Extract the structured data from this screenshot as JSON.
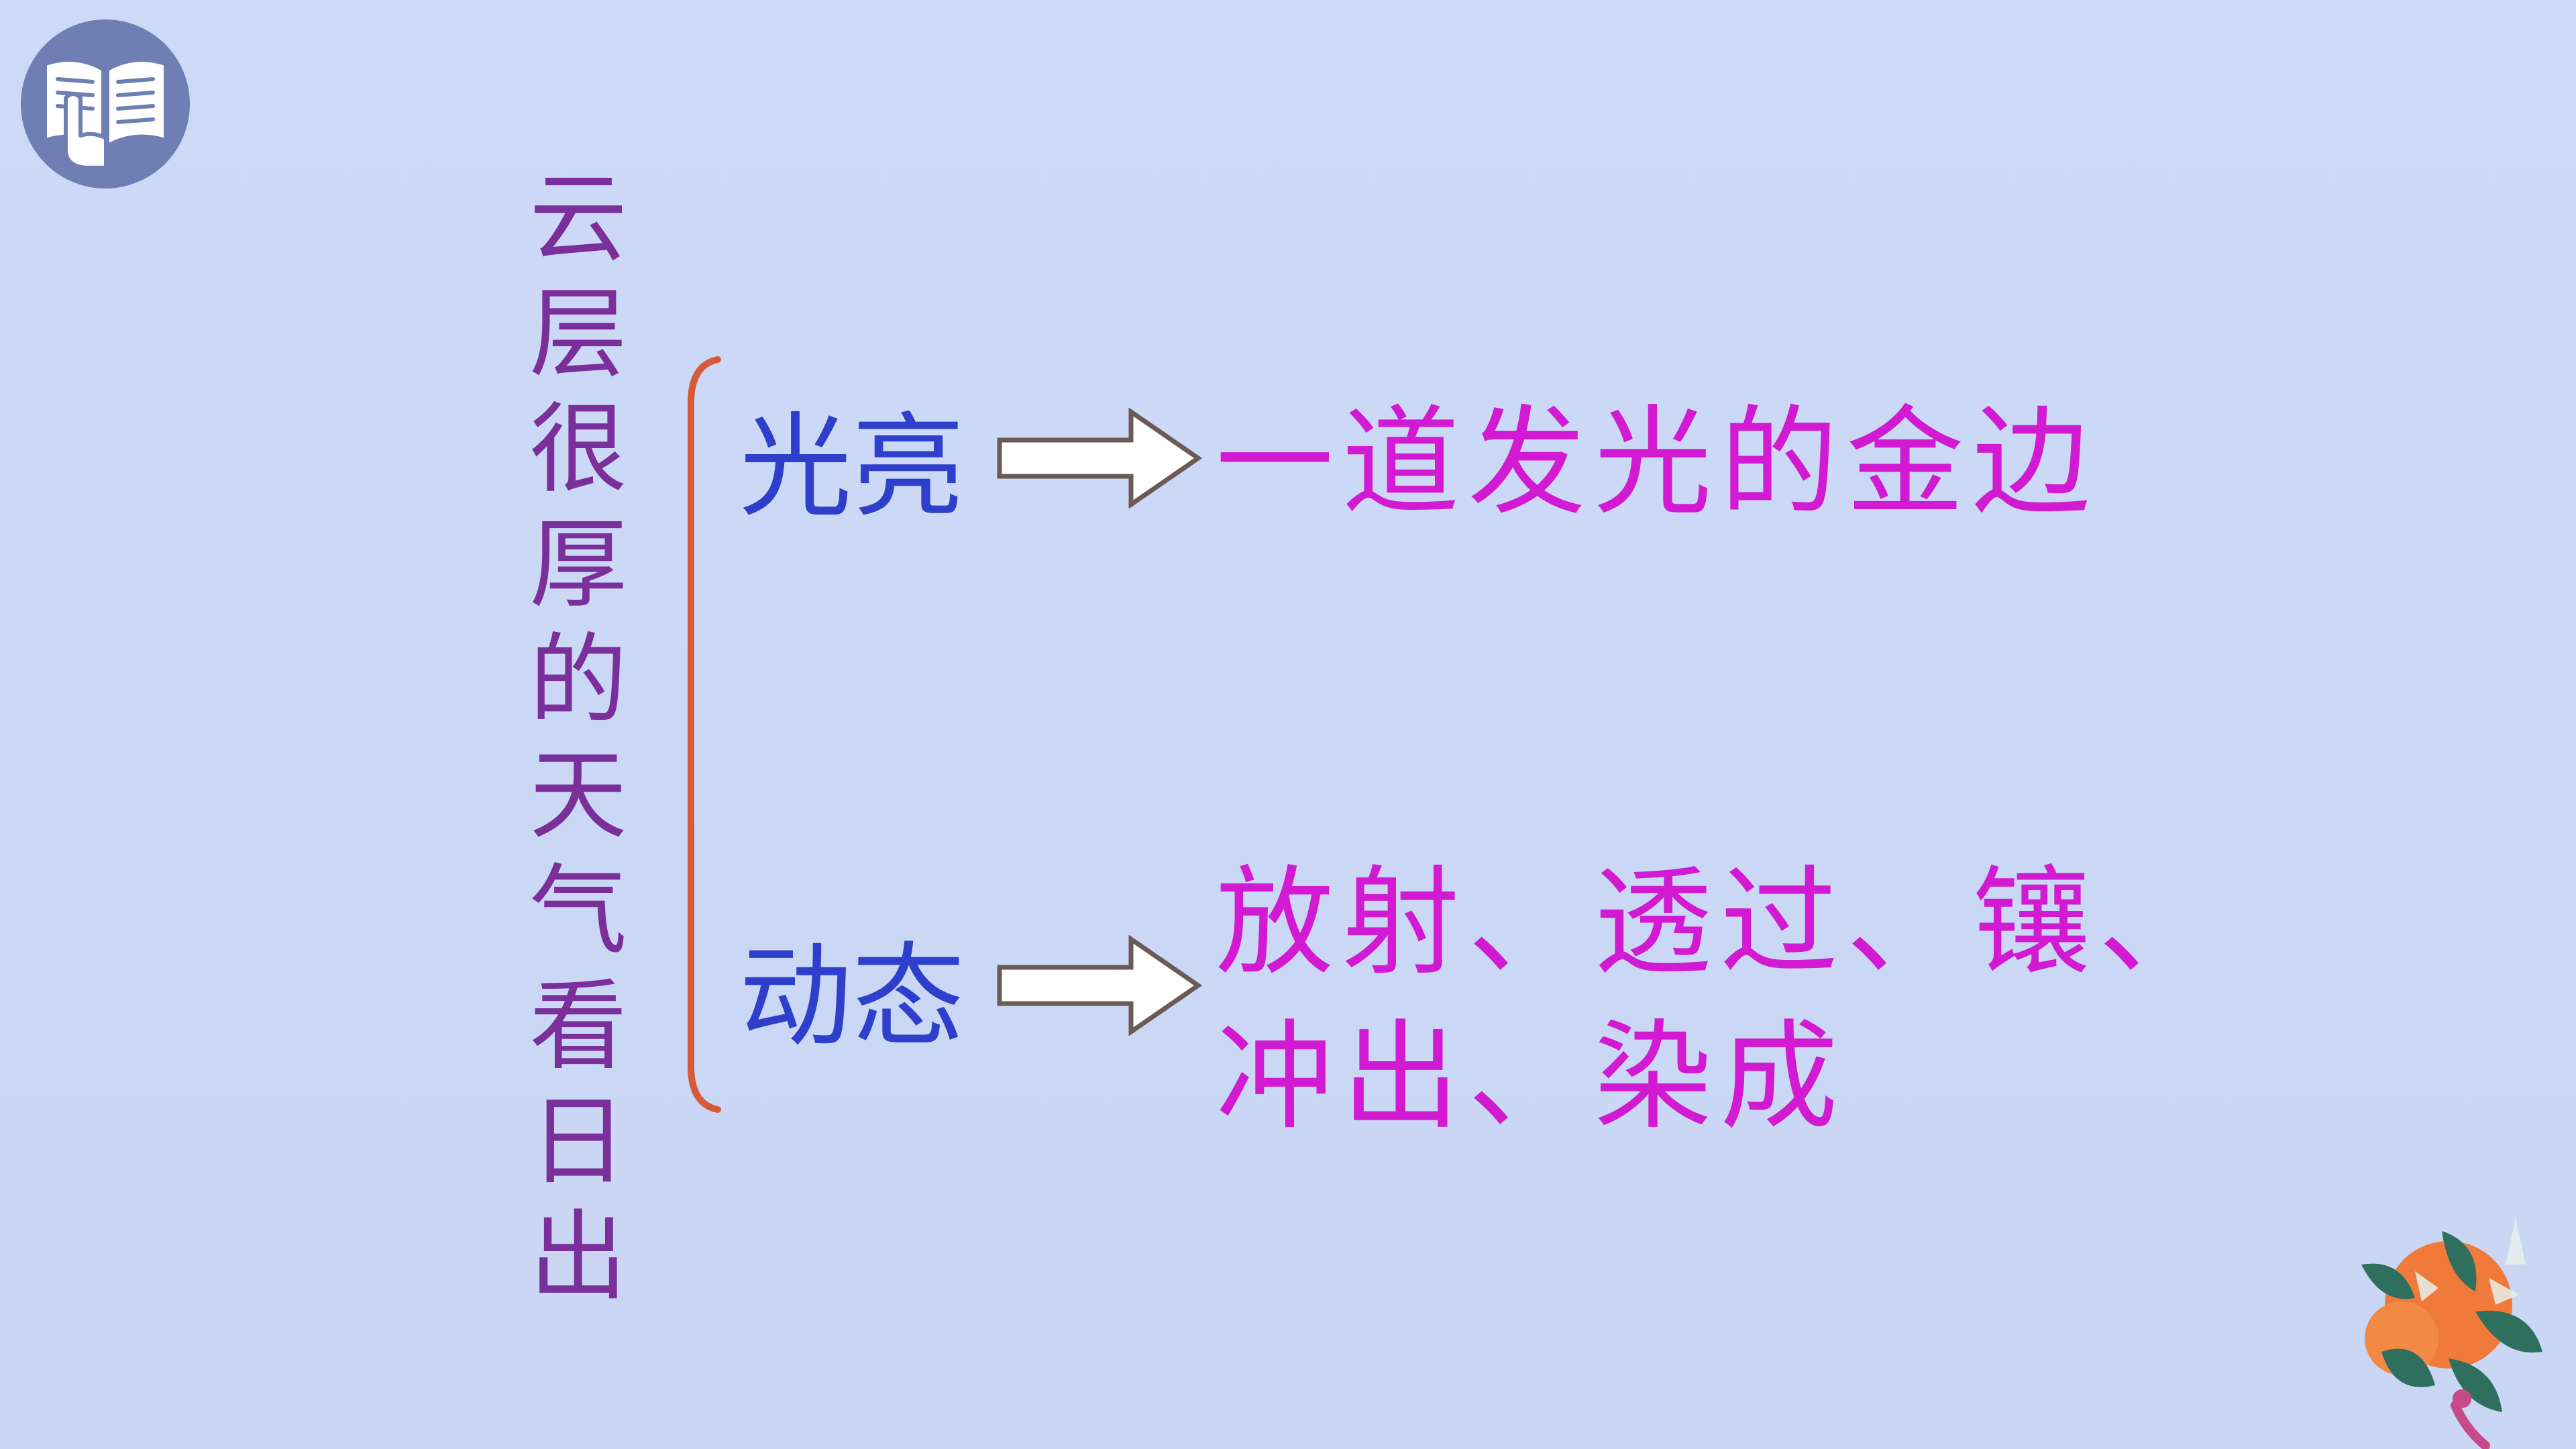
{
  "slide": {
    "title_chars": [
      "云",
      "层",
      "很",
      "厚",
      "的",
      "天",
      "气",
      "看",
      "日",
      "出"
    ],
    "branches": [
      {
        "label": "光亮",
        "description_lines": [
          "一道发光的金边"
        ]
      },
      {
        "label": "动态",
        "description_lines": [
          "放射、透过、镶、",
          "冲出、染成"
        ]
      }
    ]
  },
  "colors": {
    "background": "#cbd8f6",
    "title": "#7b2f9a",
    "label": "#2d3fcb",
    "description": "#d11ad1",
    "bracket": "#d65a3a",
    "badge": "#6f7fb4"
  },
  "icons": [
    "open-book-icon",
    "arrow-right-icon",
    "plant-decoration"
  ]
}
